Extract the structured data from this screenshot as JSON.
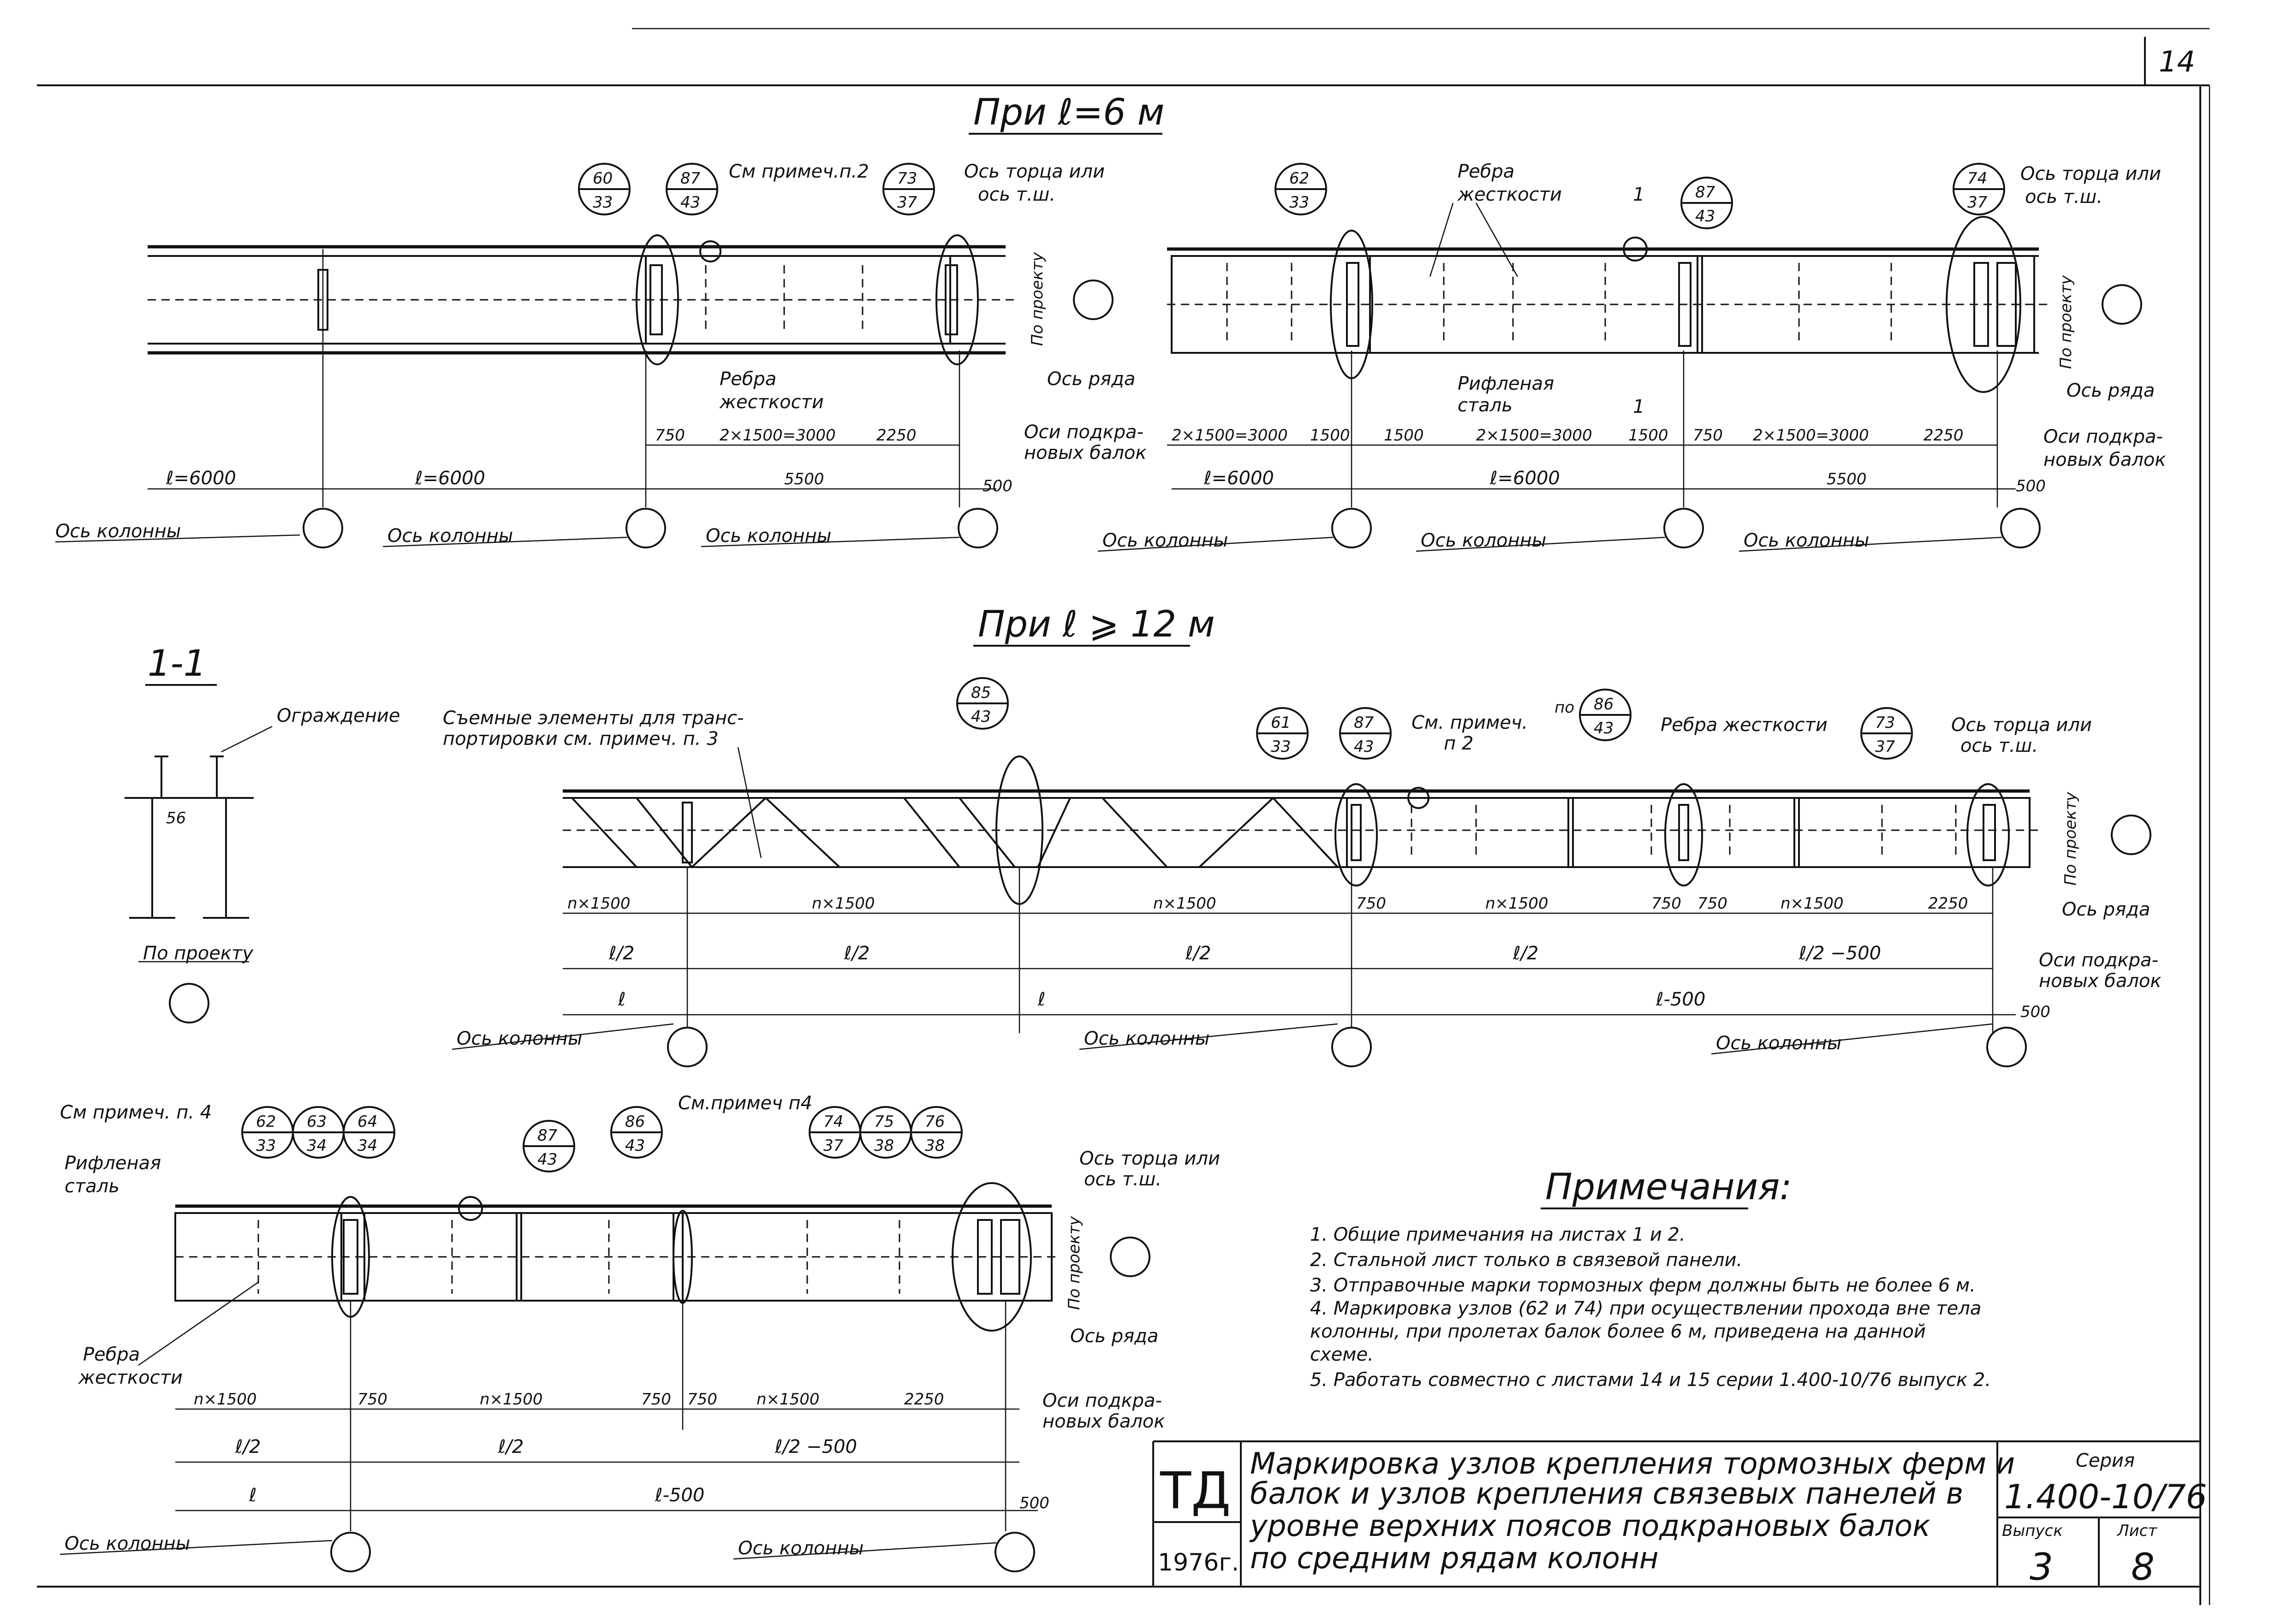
{
  "sheet": {
    "page_number": "14",
    "series_label": "Серия",
    "series_value": "1.400-10/76",
    "issue_label": "Выпуск",
    "issue_value": "3",
    "sheet_label": "Лист",
    "sheet_value": "8",
    "org": "ТД",
    "year": "1976г.",
    "title_lines": [
      "Маркировка узлов крепления тормозных ферм и",
      "балок и узлов крепления связевых панелей в",
      "уровне верхних поясов подкрановых балок",
      "по средним рядам колонн"
    ]
  },
  "section_titles": {
    "l6": "При ℓ=6 м",
    "l12": "При ℓ ⩾ 12 м",
    "section": "1-1"
  },
  "labels": {
    "column_axis": "Ось колонны",
    "row_axis": "Ось ряда",
    "crane_axes": [
      "Оси подкра-",
      "новых балок"
    ],
    "end_axis": [
      "Ось торца или",
      "ось т.ш."
    ],
    "stiffeners": [
      "Ребра",
      "жесткости"
    ],
    "stiffeners_inline": "Ребра жесткости",
    "ribbed": [
      "Рифленая",
      "сталь"
    ],
    "by_project": "По проекту",
    "fence": "Ограждение",
    "see_note2": "См примеч.п.2",
    "see_note2b": [
      "См. примеч.",
      "п 2"
    ],
    "see_note4": "См примеч. п. 4",
    "see_note4b": "См.примеч п4",
    "removable": [
      "Съемные элементы для транс-",
      "портировки см. примеч. п. 3"
    ],
    "po": "по",
    "sec_mark": "1",
    "dim56": "56"
  },
  "dims": {
    "l6000": "ℓ=6000",
    "d750": "750",
    "d1500": "1500",
    "d2250": "2250",
    "d500": "500",
    "d5500": "5500",
    "d2x1500": "2×1500=3000",
    "n1500": "n×1500",
    "l": "ℓ",
    "l_half": "ℓ/2",
    "l_half_minus": "ℓ/2 −500",
    "l_minus": "ℓ-500"
  },
  "bubbles": {
    "a": [
      "60",
      "33"
    ],
    "b": [
      "87",
      "43"
    ],
    "c": [
      "73",
      "37"
    ],
    "d": [
      "62",
      "33"
    ],
    "e": [
      "87",
      "43"
    ],
    "f": [
      "74",
      "37"
    ],
    "g": [
      "85",
      "43"
    ],
    "h": [
      "61",
      "33"
    ],
    "i": [
      "87",
      "43"
    ],
    "j": [
      "86",
      "43"
    ],
    "k": [
      "73",
      "37"
    ],
    "m": [
      "62",
      "33"
    ],
    "n": [
      "63",
      "34"
    ],
    "o": [
      "64",
      "34"
    ],
    "p": [
      "87",
      "43"
    ],
    "q": [
      "86",
      "43"
    ],
    "r": [
      "74",
      "37"
    ],
    "s": [
      "75",
      "38"
    ],
    "u": [
      "76",
      "38"
    ]
  },
  "notes": {
    "title": "Примечания:",
    "items": [
      "1.  Общие примечания на листах 1 и 2.",
      "2.  Стальной лист только в связевой панели.",
      "3.  Отправочные марки тормозных ферм должны быть не более 6 м.",
      "4.  Маркировка узлов (62 и 74) при осуществлении прохода вне тела",
      "     колонны, при пролетах балок более 6 м, приведена на данной",
      "     схеме.",
      "5.  Работать совместно с листами 14 и 15 серии 1.400-10/76 выпуск 2."
    ]
  }
}
